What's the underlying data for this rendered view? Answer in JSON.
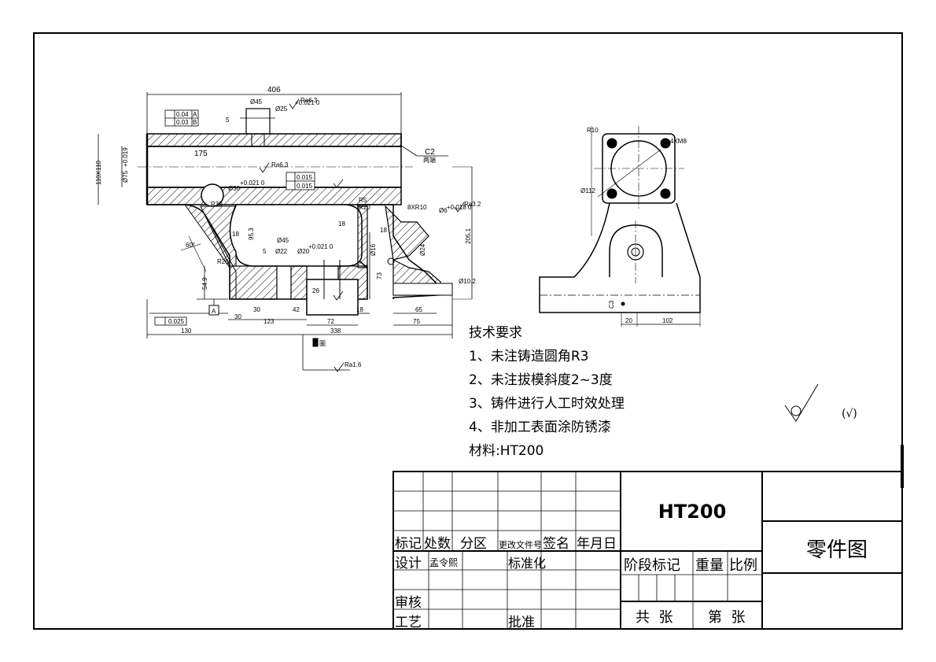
{
  "main_view": {
    "dims": {
      "overall_length": "406",
      "bore_top": "Ø45",
      "bore_small": "Ø25",
      "fit_top": "+0.021 0",
      "rough_top": "Ra6.3",
      "gap_5": "5",
      "len_175": "175",
      "bore_dia": "Ø75",
      "tol_bore": "+0.019",
      "height_110": "110X110",
      "chamfer": "C2",
      "chamfer_note": "两端",
      "rough_mid": "Ra6.3",
      "hole36": "Ø36",
      "fit36": "+0.021 0",
      "fc_perp": "0.015",
      "fc_round": "0.015",
      "r30": "R30",
      "r5": "R5",
      "r20": "R20",
      "r8x10": "8XR10",
      "hole6": "Ø6",
      "fit6": "+0.018 0",
      "rough_r32": "Ra3.2",
      "h205": "205.1",
      "d18a": "18",
      "d18b": "18",
      "d18c": "18",
      "d95": "95.3",
      "d16": "Ø16",
      "d24": "Ø24",
      "angle": "60°",
      "d45b": "Ø45",
      "d22": "Ø22",
      "d20": "Ø20",
      "fit20": "+0.021 0",
      "d5b": "5",
      "r20b": "R20",
      "d73": "73",
      "d54": "54.9",
      "d102": "Ø10.2",
      "d26": "26",
      "d30a": "30",
      "d30b": "30",
      "d42": "42",
      "d123": "123",
      "d72": "72",
      "d18d": "18",
      "d65": "65",
      "d75": "75",
      "d130": "130",
      "d338": "338",
      "flat": "0.025",
      "datum_a": "A",
      "fc_par_val": "0.04",
      "fc_par_ref": "A",
      "fc_other_val": "0.03",
      "fc_other_ref": "B",
      "datum_note": "圖",
      "rough_bottom": "Ra1.6"
    }
  },
  "side_view": {
    "dims": {
      "r10": "R10",
      "holes": "4XM8",
      "d112": "Ø112",
      "d20": "20",
      "d102": "102",
      "c3": "C3"
    }
  },
  "notes": {
    "title": "技术要求",
    "items": [
      "1、未注铸造圆角R3",
      "2、未注拔模斜度2~3度",
      "3、铸件进行人工时效处理",
      "4、非加工表面涂防锈漆",
      "材料:HT200"
    ]
  },
  "rough_symbol": {
    "paren": "(√)"
  },
  "title_block": {
    "material": "HT200",
    "drawing_name": "零件图",
    "headers": [
      "标记",
      "处数",
      "分区",
      "更改文件号",
      "签名",
      "年月日"
    ],
    "design": "设计",
    "designer": "孟令熙",
    "standard": "标准化",
    "review": "审核",
    "process": "工艺",
    "approve": "批准",
    "stage": "阶段标记",
    "weight": "重量",
    "scale": "比例",
    "total_sheets": "共  张",
    "sheet_no": "第  张"
  }
}
